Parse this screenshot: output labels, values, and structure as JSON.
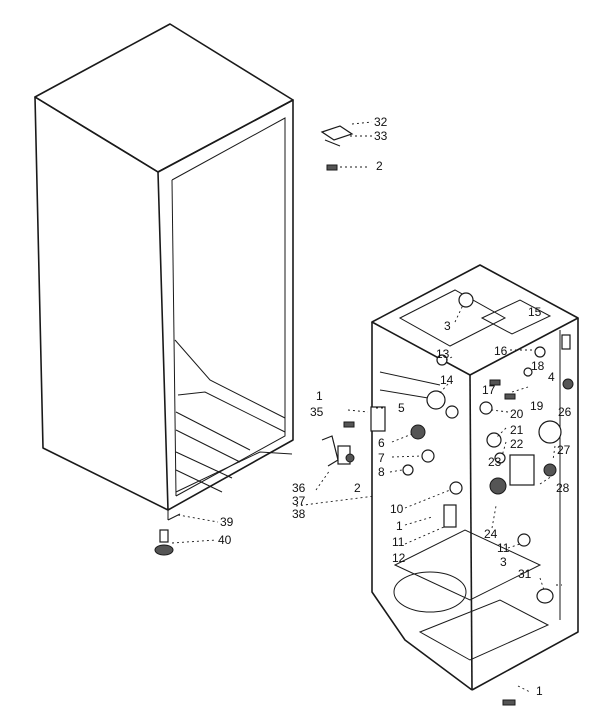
{
  "callouts": {
    "c1": "1",
    "c2": "2",
    "c3": "3",
    "c4": "4",
    "c5": "5",
    "c6": "6",
    "c7": "7",
    "c8": "8",
    "c10": "10",
    "c11": "11",
    "c12": "12",
    "c13": "13",
    "c14": "14",
    "c15": "15",
    "c16": "16",
    "c17": "17",
    "c18": "18",
    "c19": "19",
    "c20": "20",
    "c21": "21",
    "c22": "22",
    "c23": "23",
    "c24": "24",
    "c26": "26",
    "c27": "27",
    "c28": "28",
    "c31": "31",
    "c32": "32",
    "c33": "33",
    "c35": "35",
    "c36": "36",
    "c37": "37",
    "c38": "38",
    "c39": "39",
    "c40": "40"
  }
}
